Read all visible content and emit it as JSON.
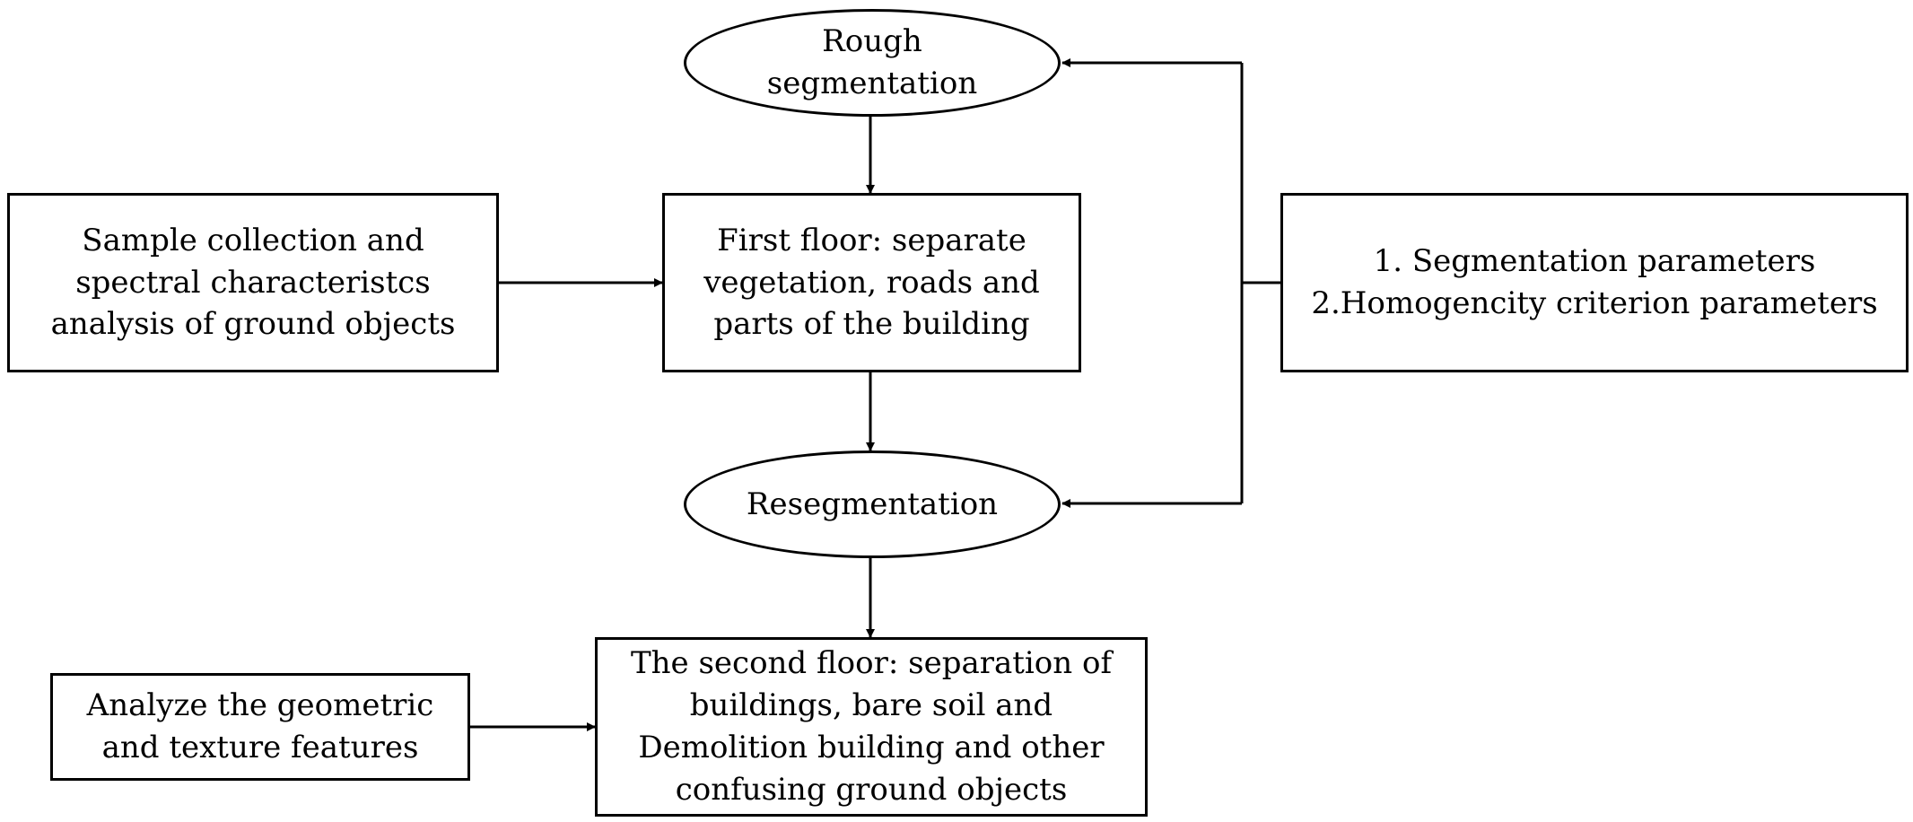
{
  "nodes": {
    "rough_segmentation": "Rough\nsegmentation",
    "sample_collection": "Sample collection and\nspectral characteristcs\nanalysis of ground objects",
    "first_floor": "First floor: separate\nvegetation, roads and\nparts of the building",
    "parameters": "1. Segmentation parameters\n2.Homogencity criterion parameters",
    "resegmentation": "Resegmentation",
    "analyze_features": "Analyze the geometric\nand texture features",
    "second_floor": "The second floor: separation of\nbuildings, bare soil and\nDemolition building and other\nconfusing ground objects"
  },
  "colors": {
    "stroke": "#000000",
    "fill": "#ffffff"
  }
}
